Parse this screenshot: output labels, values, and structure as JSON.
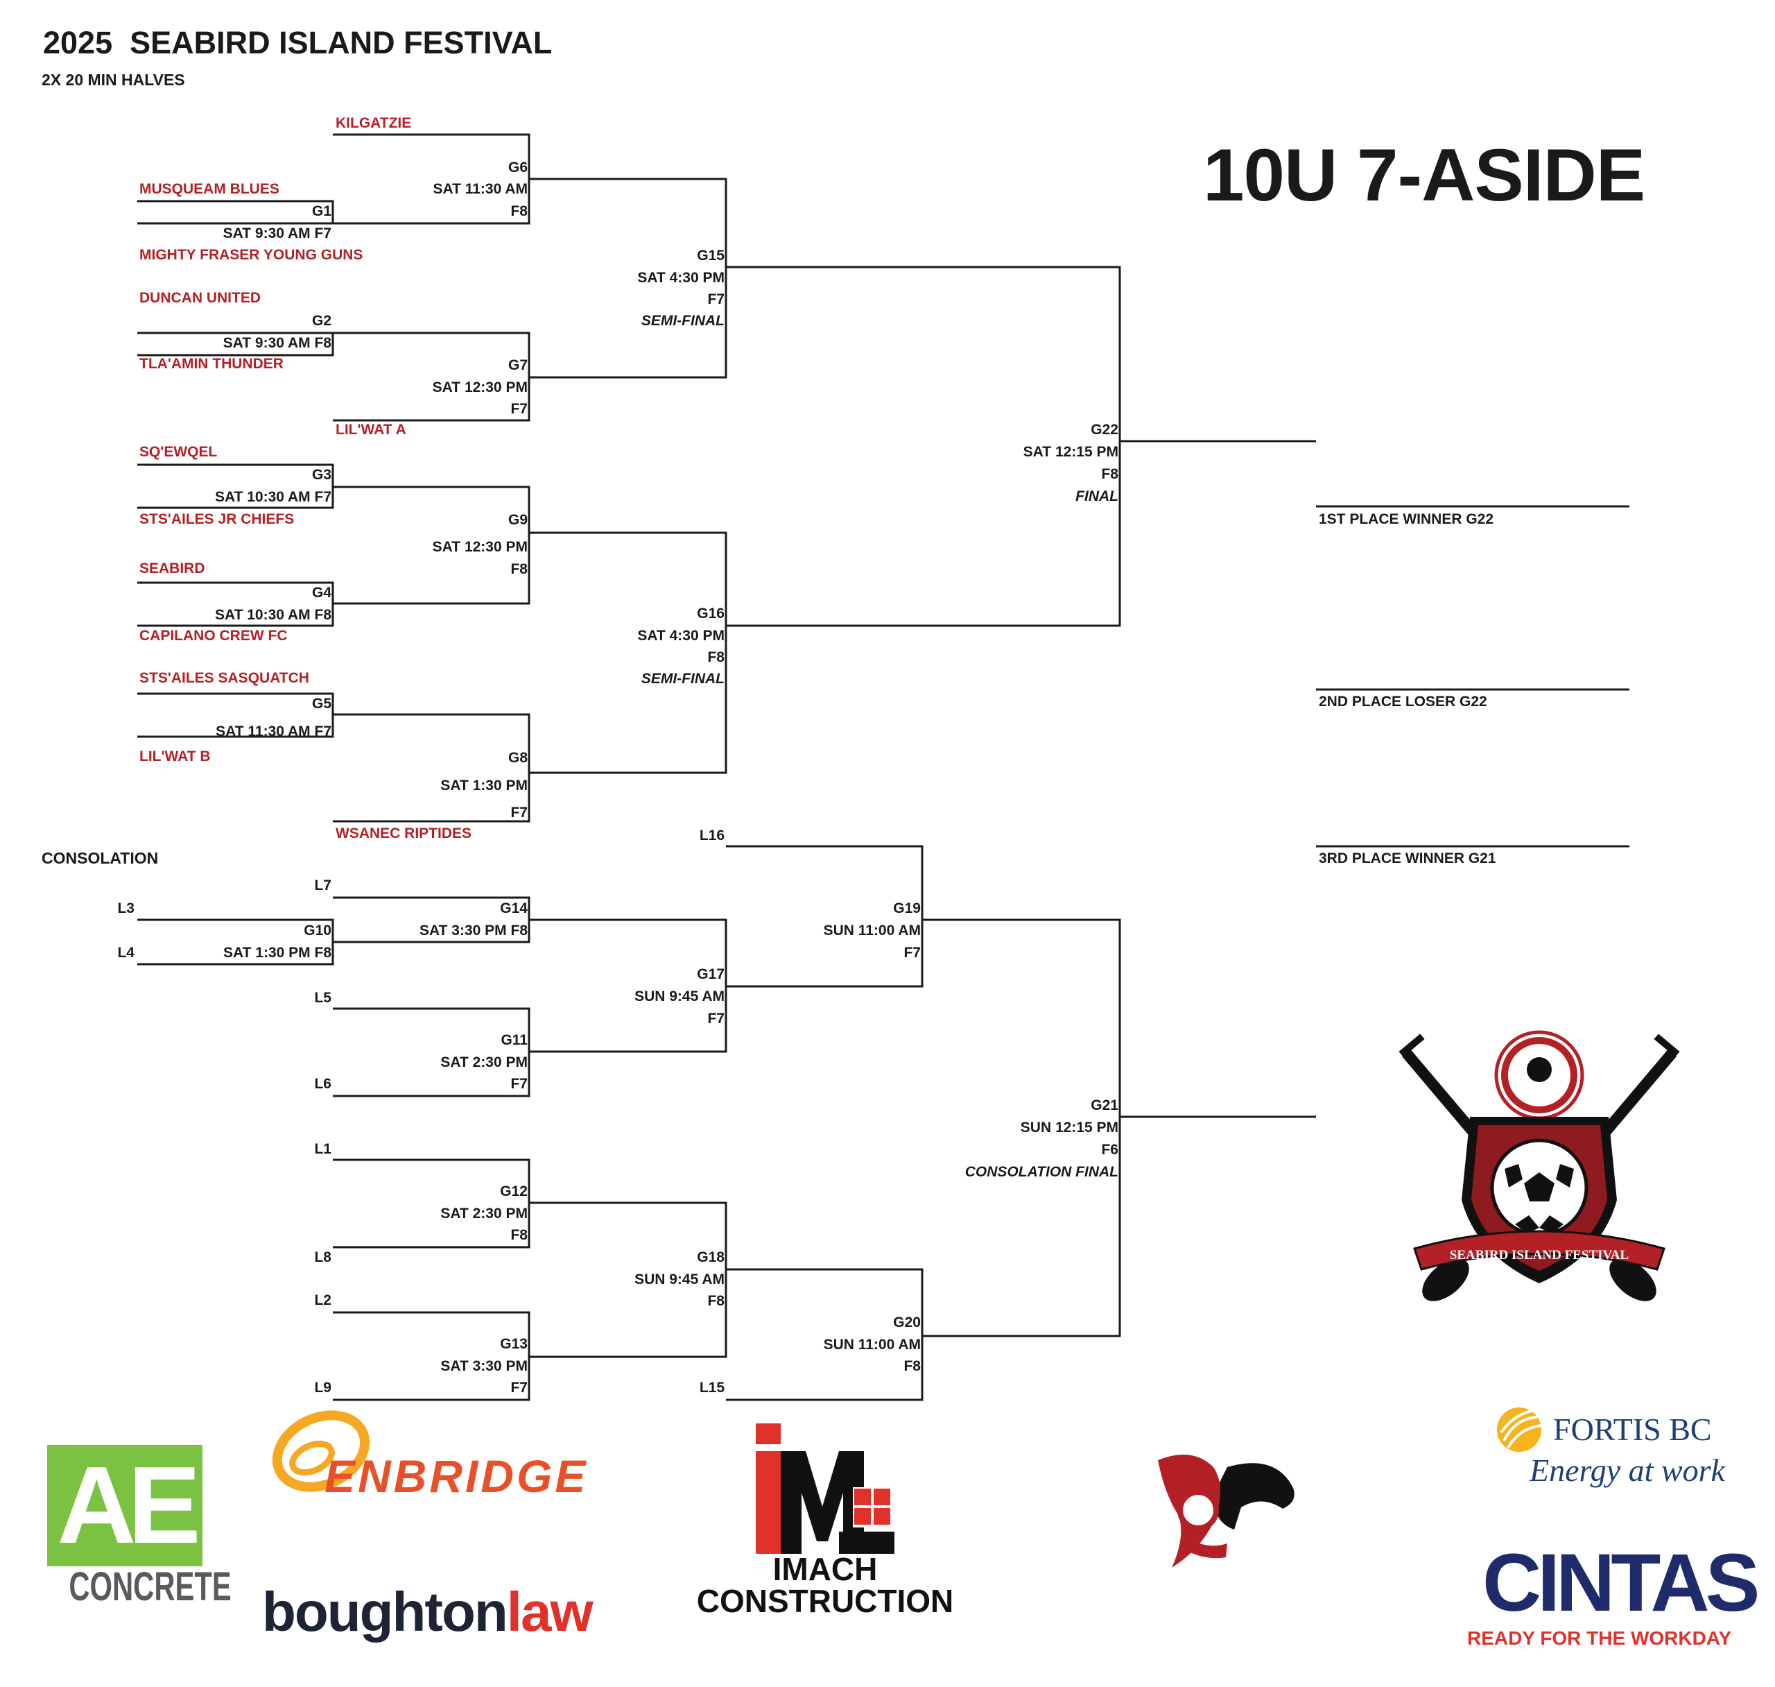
{
  "header": {
    "title": "2025  SEABIRD ISLAND FESTIVAL",
    "subtitle": "2X 20 MIN HALVES",
    "division": "10U 7-ASIDE"
  },
  "colors": {
    "team_text": "#b32025",
    "ink": "#1a1a1a"
  },
  "teams": {
    "kilgatzie": "KILGATZIE",
    "musqueam": "MUSQUEAM BLUES",
    "mighty_fraser": "MIGHTY FRASER YOUNG GUNS",
    "duncan": "DUNCAN UNITED",
    "tlaamin": "TLA'AMIN THUNDER",
    "lilwat_a": "LIL'WAT A",
    "sqewqel": "SQ'EWQEL",
    "stsailes_jr": "STS'AILES JR CHIEFS",
    "seabird": "SEABIRD",
    "capilano": "CAPILANO CREW FC",
    "stsailes_sasquatch": "STS'AILES SASQUATCH",
    "lilwat_b": "LIL'WAT B",
    "wsanec": "WSANEC RIPTIDES"
  },
  "games": {
    "g1": {
      "id": "G1",
      "info": "SAT 9:30 AM F7"
    },
    "g2": {
      "id": "G2",
      "info": "SAT 9:30 AM F8"
    },
    "g3": {
      "id": "G3",
      "info": "SAT 10:30 AM F7"
    },
    "g4": {
      "id": "G4",
      "info": "SAT 10:30 AM F8"
    },
    "g5": {
      "id": "G5",
      "info": "SAT 11:30 AM F7"
    },
    "g6": {
      "id": "G6",
      "time": "SAT 11:30 AM",
      "field": "F8"
    },
    "g7": {
      "id": "G7",
      "time": "SAT 12:30 PM",
      "field": "F7"
    },
    "g9": {
      "id": "G9",
      "time": "SAT 12:30 PM",
      "field": "F8"
    },
    "g8": {
      "id": "G8",
      "time": "SAT 1:30 PM",
      "field": "F7"
    },
    "g15": {
      "id": "G15",
      "time": "SAT 4:30 PM",
      "field": "F7",
      "stage": "SEMI-FINAL"
    },
    "g16": {
      "id": "G16",
      "time": "SAT 4:30 PM",
      "field": "F8",
      "stage": "SEMI-FINAL"
    },
    "g22": {
      "id": "G22",
      "time": "SAT 12:15 PM",
      "field": "F8",
      "stage": "FINAL"
    },
    "g10": {
      "id": "G10",
      "info": "SAT 1:30 PM F8"
    },
    "g14": {
      "id": "G14",
      "info": "SAT 3:30 PM F8"
    },
    "g11": {
      "id": "G11",
      "time": "SAT 2:30 PM",
      "field": "F7"
    },
    "g12": {
      "id": "G12",
      "time": "SAT 2:30 PM",
      "field": "F8"
    },
    "g13": {
      "id": "G13",
      "time": "SAT 3:30 PM",
      "field": "F7"
    },
    "g17": {
      "id": "G17",
      "time": "SUN 9:45 AM",
      "field": "F7"
    },
    "g18": {
      "id": "G18",
      "time": "SUN 9:45 AM",
      "field": "F8"
    },
    "g19": {
      "id": "G19",
      "time": "SUN 11:00 AM",
      "field": "F7"
    },
    "g20": {
      "id": "G20",
      "time": "SUN 11:00 AM",
      "field": "F8"
    },
    "g21": {
      "id": "G21",
      "time": "SUN 12:15 PM",
      "field": "F6",
      "stage": "CONSOLATION FINAL"
    }
  },
  "consolation": {
    "label": "CONSOLATION",
    "slots": {
      "l1": "L1",
      "l2": "L2",
      "l3": "L3",
      "l4": "L4",
      "l5": "L5",
      "l6": "L6",
      "l7": "L7",
      "l8": "L8",
      "l9": "L9",
      "l15": "L15",
      "l16": "L16"
    }
  },
  "placements": {
    "first": "1ST PLACE WINNER G22",
    "second": "2ND PLACE LOSER G22",
    "third": "3RD PLACE WINNER G21"
  },
  "logos": {
    "festival_badge": "SEABIRD ISLAND FESTIVAL",
    "ae_mark": "AE",
    "ae_word": "CONCRETE",
    "enbridge": "ENBRIDGE",
    "boughton_a": "boughton",
    "boughton_b": "law",
    "imach_a": "IMACH",
    "imach_b": "CONSTRUCTION",
    "fortis": "FORTIS BC",
    "fortis_tag": "Energy at work",
    "cintas": "CINTAS",
    "cintas_tag": "READY FOR THE WORKDAY"
  }
}
